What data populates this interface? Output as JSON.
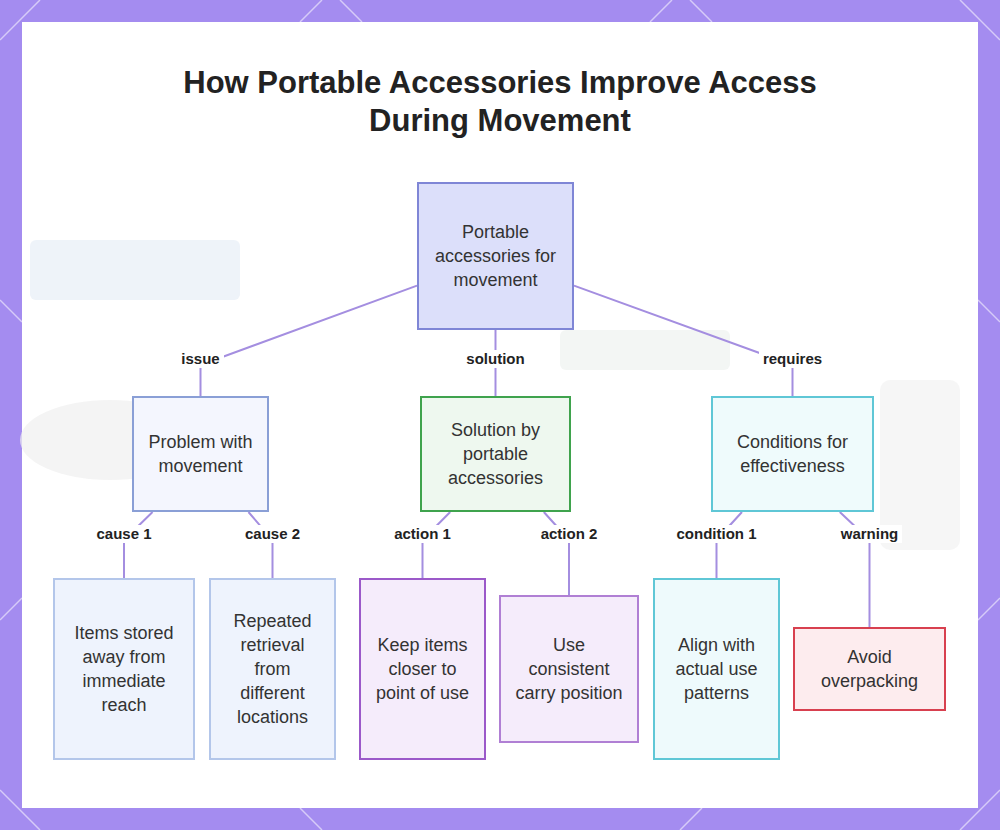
{
  "diagram": {
    "title": "How Portable Accessories Improve Access During Movement",
    "nodes": [
      {
        "text": [
          "Portable accessories for movement"
        ]
      },
      {
        "text": [
          "Problem with movement"
        ]
      },
      {
        "text": [
          "Solution by portable accessories"
        ]
      },
      {
        "text": [
          "Conditions for effectiveness"
        ]
      },
      {
        "text": [
          "Items stored away from immediate reach"
        ]
      },
      {
        "text": [
          "Repeated retrieval from different locations"
        ]
      },
      {
        "text": [
          "Keep items closer to point of use"
        ]
      },
      {
        "text": [
          "Use consistent carry position"
        ]
      },
      {
        "text": [
          "Align with actual use patterns"
        ]
      },
      {
        "text": [
          "Avoid overpacking"
        ]
      }
    ],
    "edges": [
      {
        "from": 0,
        "to": 1,
        "label": "issue",
        "arrow": "none"
      },
      {
        "from": 0,
        "to": 2,
        "label": "solution",
        "arrow": "none"
      },
      {
        "from": 0,
        "to": 3,
        "label": "requires",
        "arrow": "none"
      },
      {
        "from": 1,
        "to": 4,
        "label": "cause 1",
        "arrow": "none"
      },
      {
        "from": 1,
        "to": 5,
        "label": "cause 2",
        "arrow": "none"
      },
      {
        "from": 2,
        "to": 6,
        "label": "action 1",
        "arrow": "none"
      },
      {
        "from": 2,
        "to": 7,
        "label": "action 2",
        "arrow": "none"
      },
      {
        "from": 3,
        "to": 8,
        "label": "condition 1",
        "arrow": "none"
      },
      {
        "from": 3,
        "to": 9,
        "label": "warning",
        "arrow": "none"
      }
    ]
  }
}
